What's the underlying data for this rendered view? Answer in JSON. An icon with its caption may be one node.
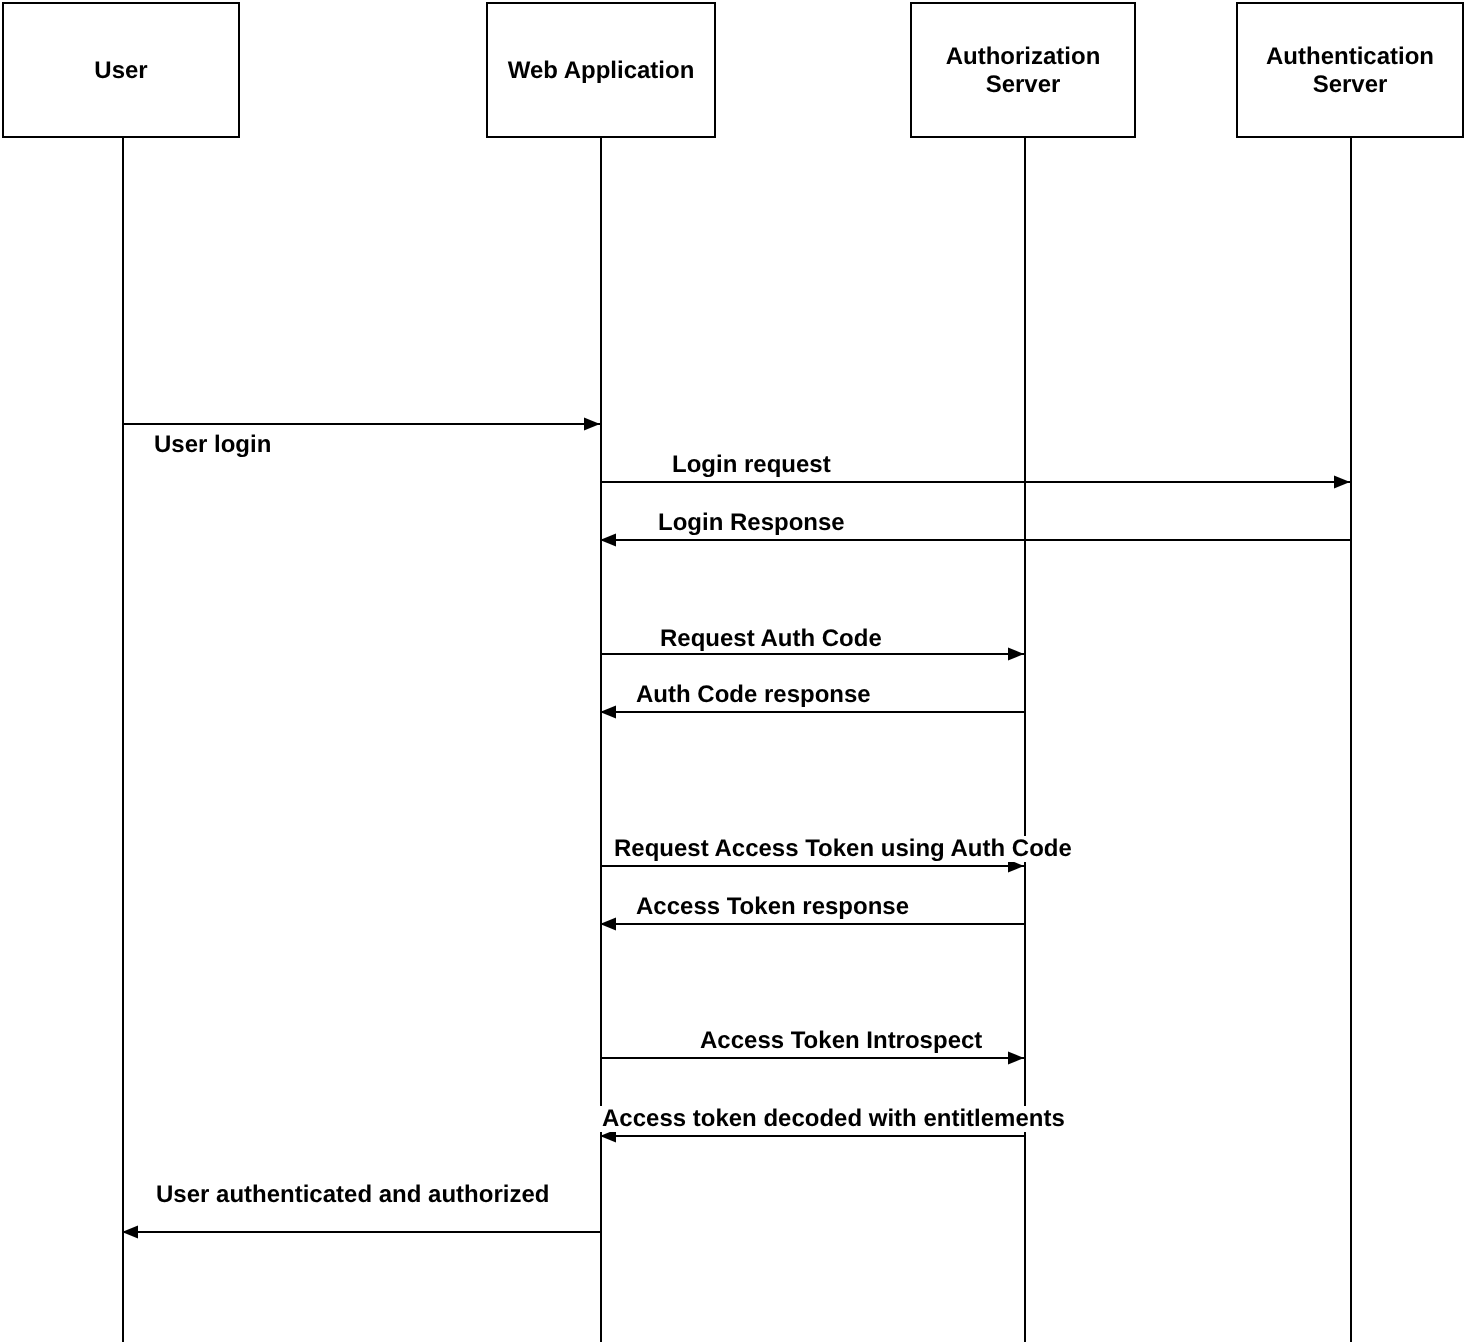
{
  "diagram": {
    "nodes": [
      {
        "text": [
          "User"
        ]
      },
      {
        "text": [
          "Web Application"
        ]
      },
      {
        "text": [
          "Authorization Server"
        ]
      },
      {
        "text": [
          "Authentication Server"
        ]
      },
      {
        "text": [],
        "shape": "line"
      },
      {
        "text": [],
        "shape": "line"
      },
      {
        "text": [],
        "shape": "line"
      },
      {
        "text": [],
        "shape": "line"
      }
    ],
    "edges": [
      {
        "from": 4,
        "to": 5,
        "arrow": "to",
        "label": "User login"
      },
      {
        "from": 5,
        "to": 7,
        "arrow": "to",
        "label": "Login request"
      },
      {
        "from": 7,
        "to": 5,
        "arrow": "to",
        "label": "Login Response"
      },
      {
        "from": 5,
        "to": 6,
        "arrow": "to",
        "label": "Request Auth Code"
      },
      {
        "from": 6,
        "to": 5,
        "arrow": "to",
        "label": "Auth Code response"
      },
      {
        "from": 5,
        "to": 6,
        "arrow": "to",
        "label": "Request Access Token using Auth Code"
      },
      {
        "from": 6,
        "to": 5,
        "arrow": "to",
        "label": "Access Token response"
      },
      {
        "from": 5,
        "to": 6,
        "arrow": "to",
        "label": "Access Token Introspect"
      },
      {
        "from": 6,
        "to": 5,
        "arrow": "to",
        "label": "Access token decoded with entitlements"
      },
      {
        "from": 5,
        "to": 4,
        "arrow": "to",
        "label": "User authenticated and authorized"
      }
    ]
  }
}
